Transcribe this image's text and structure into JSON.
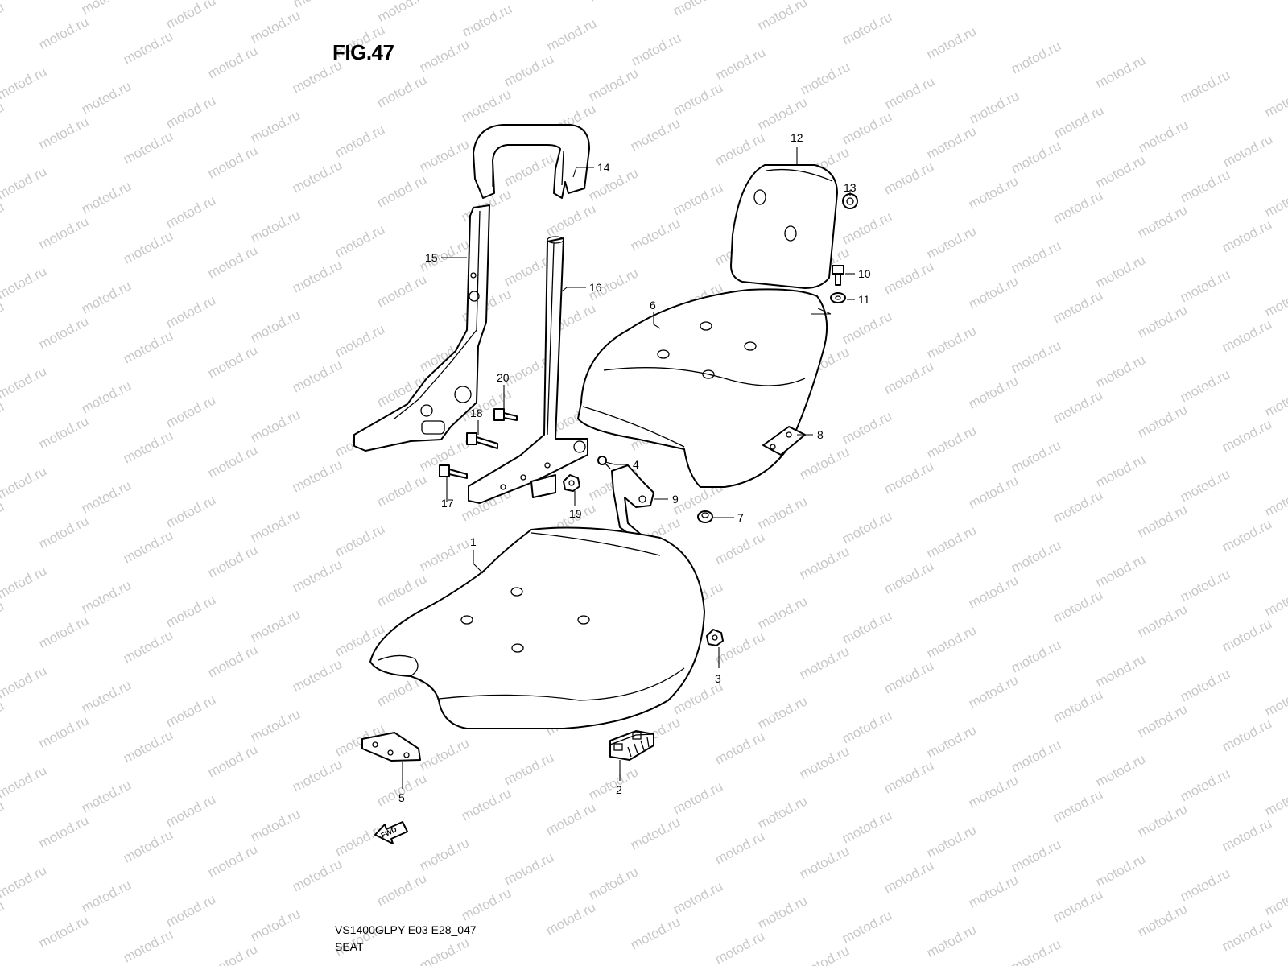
{
  "figure": {
    "title": "FIG.47",
    "model_code": "VS1400GLPY E03 E28_047",
    "section_name": "SEAT"
  },
  "watermark": {
    "text": "motod.ru",
    "color": "#c8c8c8"
  },
  "fwd_arrow_label": "FWD",
  "callouts": [
    {
      "id": "part-1",
      "label": "1"
    },
    {
      "id": "part-2",
      "label": "2"
    },
    {
      "id": "part-3",
      "label": "3"
    },
    {
      "id": "part-4",
      "label": "4"
    },
    {
      "id": "part-5",
      "label": "5"
    },
    {
      "id": "part-6",
      "label": "6"
    },
    {
      "id": "part-7",
      "label": "7"
    },
    {
      "id": "part-8",
      "label": "8"
    },
    {
      "id": "part-9",
      "label": "9"
    },
    {
      "id": "part-10",
      "label": "10"
    },
    {
      "id": "part-11",
      "label": "11"
    },
    {
      "id": "part-12",
      "label": "12"
    },
    {
      "id": "part-13",
      "label": "13"
    },
    {
      "id": "part-14",
      "label": "14"
    },
    {
      "id": "part-15",
      "label": "15"
    },
    {
      "id": "part-16",
      "label": "16"
    },
    {
      "id": "part-17",
      "label": "17"
    },
    {
      "id": "part-18",
      "label": "18"
    },
    {
      "id": "part-19",
      "label": "19"
    },
    {
      "id": "part-20",
      "label": "20"
    }
  ]
}
